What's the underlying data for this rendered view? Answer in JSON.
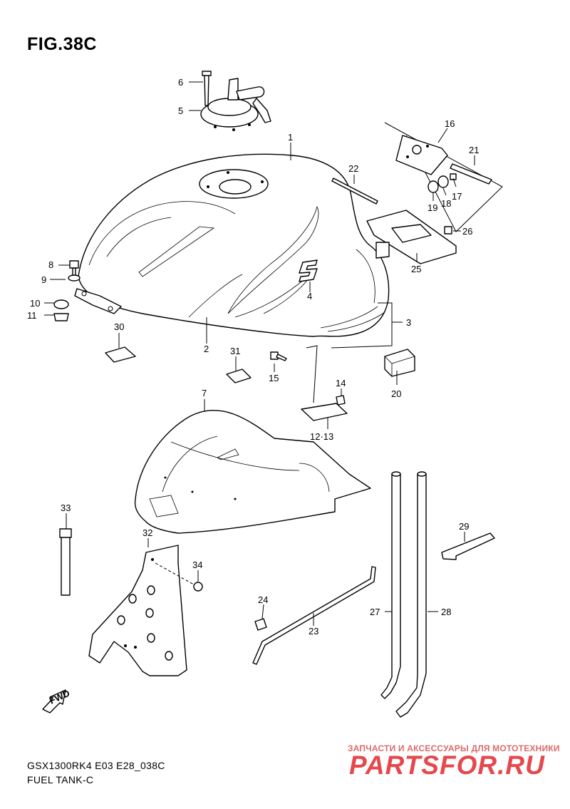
{
  "figure": {
    "title": "FIG.38C",
    "model_code": "GSX1300RK4 E03 E28_038C",
    "section_name": "FUEL TANK-C"
  },
  "callouts": [
    "1",
    "2",
    "3",
    "4",
    "5",
    "6",
    "7",
    "8",
    "9",
    "10",
    "11",
    "12·13",
    "14",
    "15",
    "16",
    "17",
    "18",
    "19",
    "20",
    "21",
    "22",
    "23",
    "24",
    "25",
    "26",
    "27",
    "28",
    "29",
    "30",
    "31",
    "32",
    "33",
    "34"
  ],
  "fwd_label": "FWD",
  "watermark": {
    "tagline": "ЗАПЧАСТИ И АКСЕССУАРЫ ДЛЯ МОТОТЕХНИКИ",
    "brand": "PARTSFOR.RU"
  }
}
